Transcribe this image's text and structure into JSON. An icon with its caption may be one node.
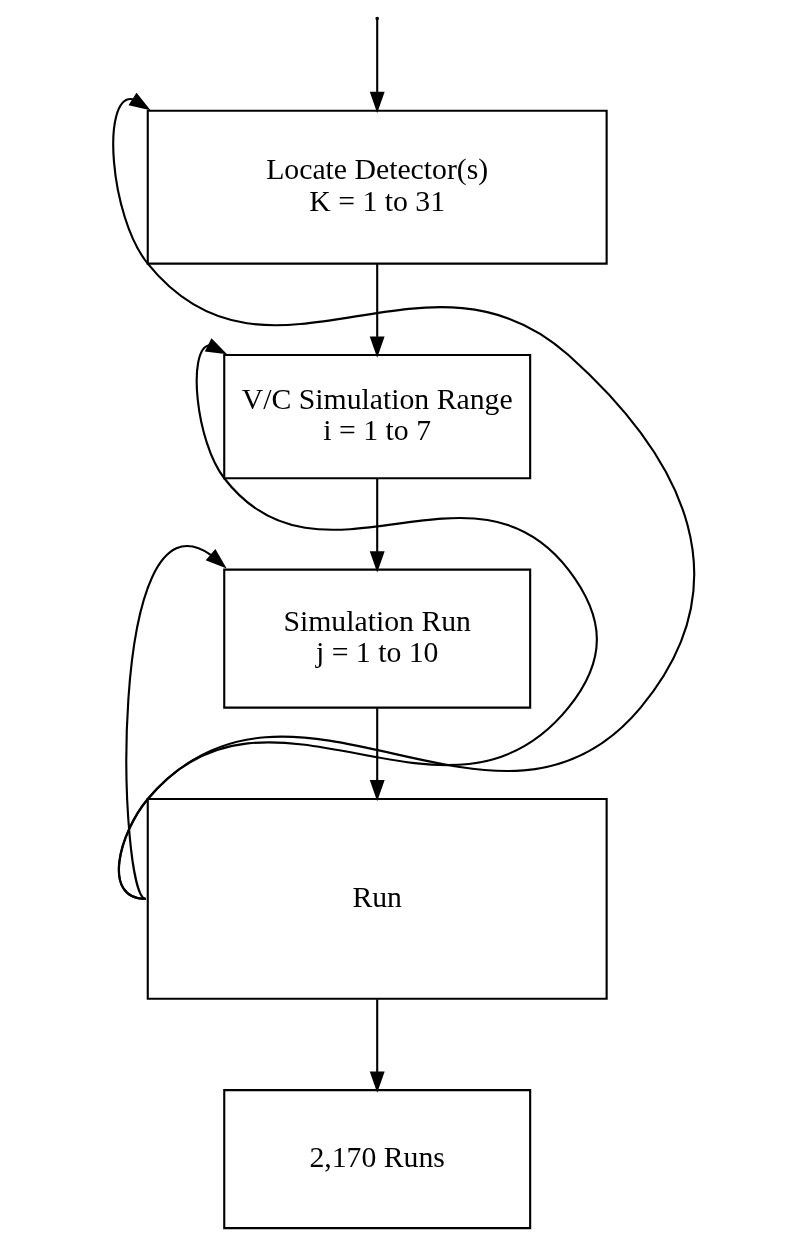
{
  "diagram": {
    "nodes": [
      {
        "text": [
          "Locate Detector(s)",
          "K = 1 to 31"
        ]
      },
      {
        "text": [
          "V/C Simulation Range",
          "i = 1 to 7"
        ]
      },
      {
        "text": [
          "Simulation Run",
          "j = 1 to 10"
        ]
      },
      {
        "text": [
          "Run"
        ]
      },
      {
        "text": [
          "2,170 Runs"
        ]
      }
    ],
    "edges": [
      {
        "from": null,
        "to": 0,
        "arrow": "to"
      },
      {
        "from": 0,
        "to": 1,
        "arrow": "to"
      },
      {
        "from": 1,
        "to": 2,
        "arrow": "to"
      },
      {
        "from": 2,
        "to": 3,
        "arrow": "to"
      },
      {
        "from": 3,
        "to": 2,
        "arrow": "to"
      },
      {
        "from": 3,
        "to": 1,
        "arrow": "to"
      },
      {
        "from": 3,
        "to": 0,
        "arrow": "to"
      },
      {
        "from": 3,
        "to": 4,
        "arrow": "to"
      }
    ]
  }
}
